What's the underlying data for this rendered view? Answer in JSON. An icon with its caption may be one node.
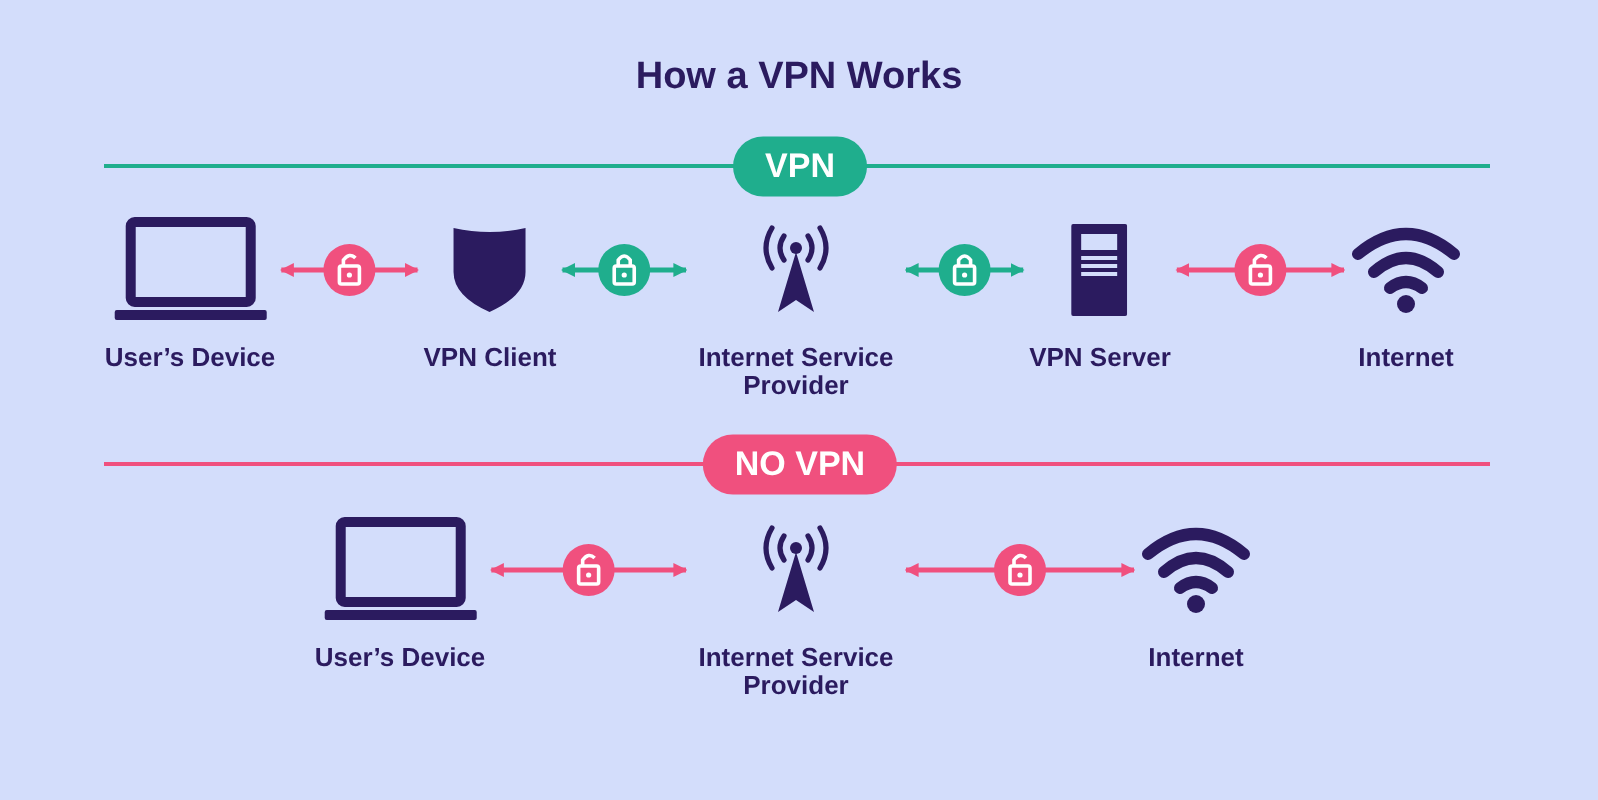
{
  "diagram": {
    "title": "How a VPN Works",
    "nodes": [
      {
        "text": [
          "User’s Device"
        ]
      },
      {
        "text": [
          "VPN Client"
        ]
      },
      {
        "text": [
          "Internet Service Provider"
        ]
      },
      {
        "text": [
          "VPN Server"
        ]
      },
      {
        "text": [
          "Internet"
        ]
      },
      {
        "text": [
          "User’s Device"
        ]
      },
      {
        "text": [
          "Internet Service Provider"
        ]
      },
      {
        "text": [
          "Internet"
        ]
      }
    ],
    "edges": [
      {
        "from": 0,
        "to": 1,
        "arrow": "both"
      },
      {
        "from": 1,
        "to": 2,
        "arrow": "both",
        "color": "#1fae8d"
      },
      {
        "from": 2,
        "to": 3,
        "arrow": "both",
        "color": "#1fae8d"
      },
      {
        "from": 3,
        "to": 4,
        "arrow": "both"
      },
      {
        "from": 5,
        "to": 6,
        "arrow": "both"
      },
      {
        "from": 6,
        "to": 7,
        "arrow": "both"
      }
    ],
    "labels": [
      "VPN",
      "NO VPN"
    ]
  }
}
